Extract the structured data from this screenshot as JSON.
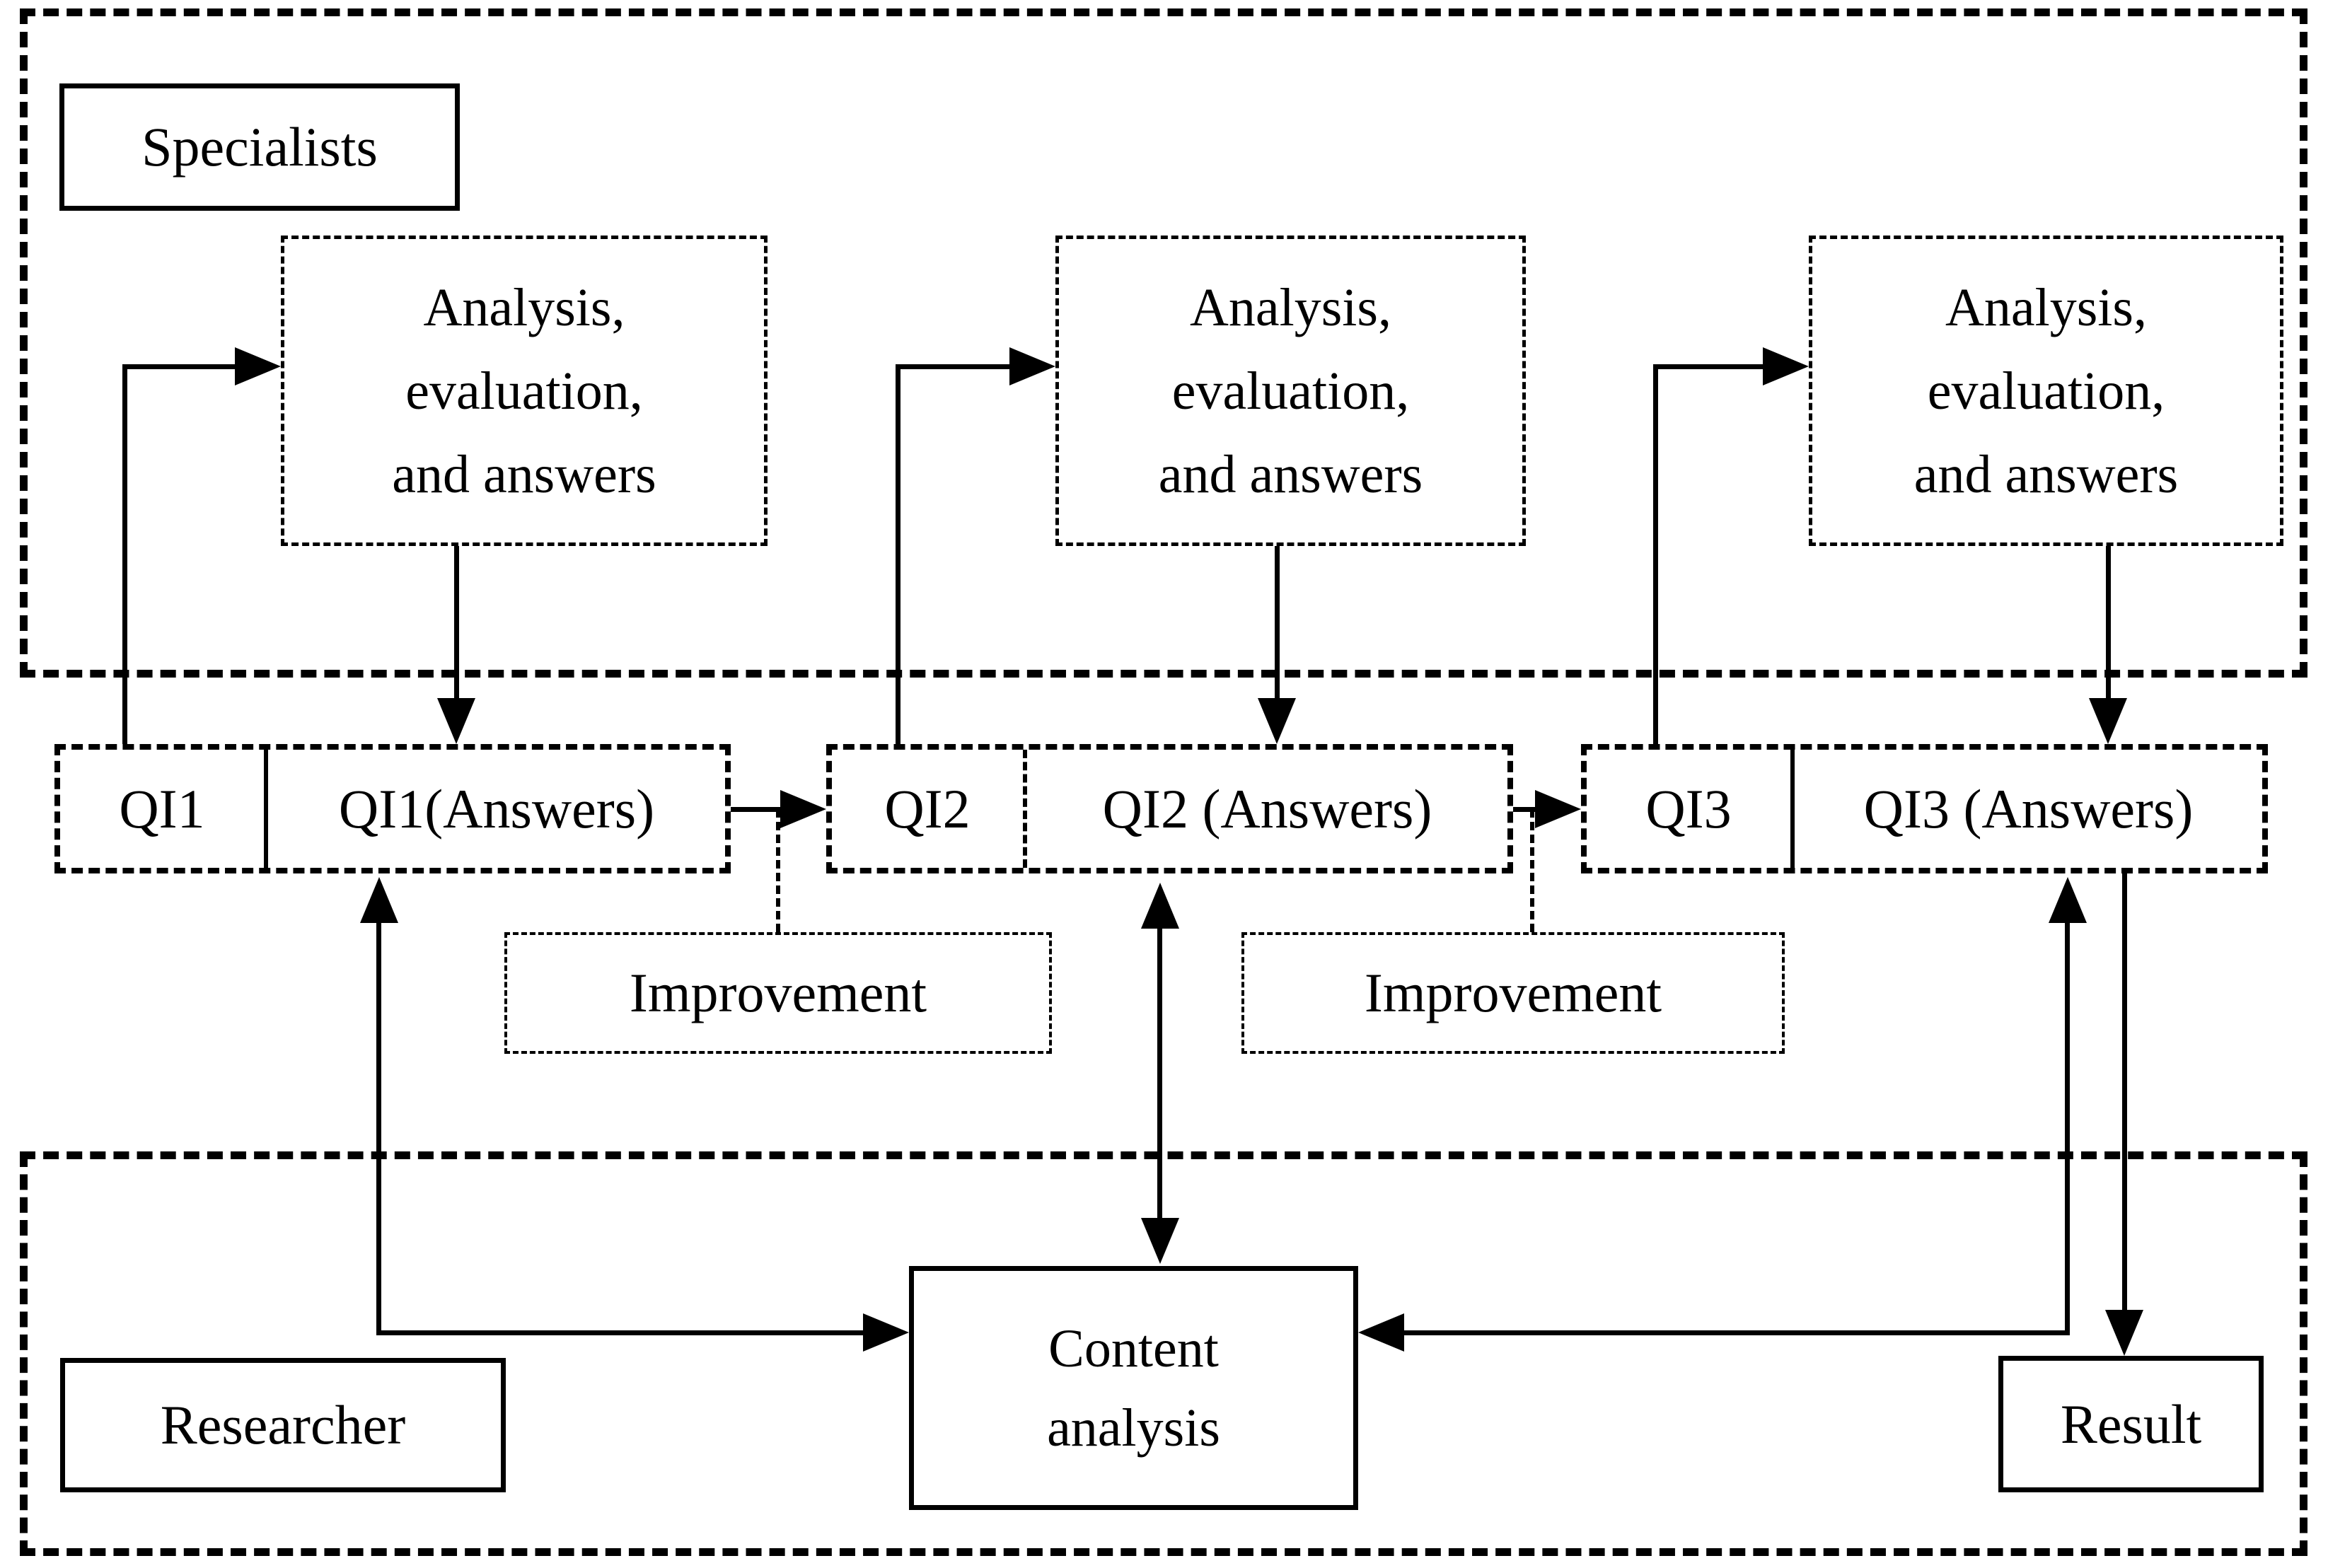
{
  "colors": {
    "ink": "#000000",
    "background": "#ffffff"
  },
  "specialists_region": {
    "label": "Specialists",
    "analysis_boxes": [
      {
        "line1": "Analysis,",
        "line2": "evaluation,",
        "line3": "and answers"
      },
      {
        "line1": "Analysis,",
        "line2": "evaluation,",
        "line3": "and answers"
      },
      {
        "line1": "Analysis,",
        "line2": "evaluation,",
        "line3": "and answers"
      }
    ]
  },
  "qi_row": [
    {
      "question": "QI1",
      "answers": "QI1(Answers)"
    },
    {
      "question": "QI2",
      "answers": "QI2 (Answers)"
    },
    {
      "question": "QI3",
      "answers": "QI3 (Answers)"
    }
  ],
  "improvements": [
    {
      "label": "Improvement"
    },
    {
      "label": "Improvement"
    }
  ],
  "researcher_region": {
    "label": "Researcher",
    "content_analysis": {
      "line1": "Content",
      "line2": "analysis"
    },
    "result_label": "Result"
  }
}
